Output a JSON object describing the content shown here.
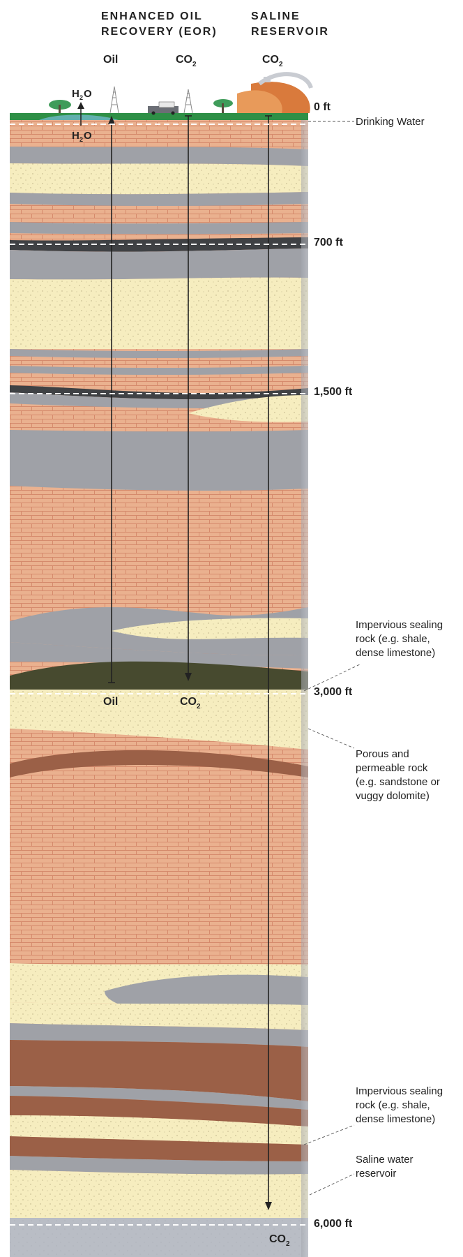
{
  "headings": {
    "eor_line1": "ENHANCED OIL",
    "eor_line2": "RECOVERY (EOR)",
    "saline_line1": "SALINE",
    "saline_line2": "RESERVOIR"
  },
  "column_labels": {
    "oil": "Oil",
    "co2_eor_main": "CO",
    "co2_eor_sub": "2",
    "co2_saline_main": "CO",
    "co2_saline_sub": "2"
  },
  "surface_labels": {
    "h2o_top_main": "H",
    "h2o_top_sub": "2",
    "h2o_top_end": "O",
    "h2o_bottom_main": "H",
    "h2o_bottom_sub": "2",
    "h2o_bottom_end": "O"
  },
  "depth_labels": [
    "0 ft",
    "700 ft",
    "1,500 ft",
    "3,000 ft",
    "6,000 ft"
  ],
  "annotations": {
    "drinking_water": "Drinking Water",
    "impervious_upper": [
      "Impervious sealing",
      "rock (e.g. shale,",
      "dense limestone)"
    ],
    "porous": [
      "Porous and",
      "permeable rock",
      "(e.g. sandstone or",
      "vuggy dolomite)"
    ],
    "impervious_lower": [
      "Impervious sealing",
      "rock (e.g. shale,",
      "dense limestone)"
    ],
    "saline_water": [
      "Saline water",
      "reservoir"
    ]
  },
  "bottom_labels": {
    "oil": "Oil",
    "co2_eor_main": "CO",
    "co2_eor_sub": "2",
    "co2_saline_main": "CO",
    "co2_saline_sub": "2"
  },
  "colors": {
    "brick": "#eab18f",
    "sand": "#f6edbf",
    "gray_shale": "#9fa1a7",
    "dark_shale": "#3f4144",
    "brown": "#9b6047",
    "olive": "#474a2f",
    "saline": "#b9bdc5",
    "surface_green": "#2e8f46",
    "building": "#d97a3c"
  }
}
